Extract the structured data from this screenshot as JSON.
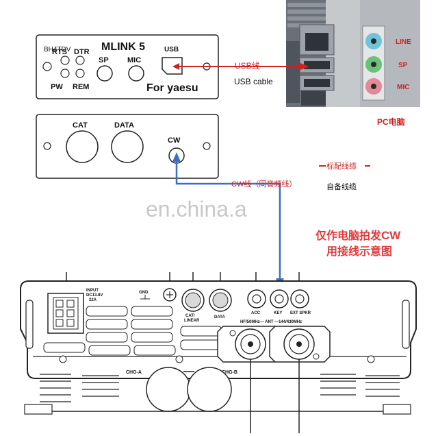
{
  "watermark": "en.china.a",
  "mlink_panel": {
    "title": "MLINK 5",
    "subtitle": "For yaesu",
    "callsign": "BH4TDV",
    "led_labels": [
      "RTS",
      "DTR",
      "PW",
      "REM"
    ],
    "port_labels": {
      "sp": "SP",
      "mic": "MIC",
      "usb": "USB"
    }
  },
  "cat_panel": {
    "cat_label": "CAT",
    "data_label": "DATA",
    "cw_label": "CW"
  },
  "usb_cable": {
    "label_cn": "USB线",
    "label_en": "USB cable"
  },
  "pc": {
    "label": "PC电脑",
    "jack_labels": [
      "LINE",
      "SP",
      "MIC"
    ]
  },
  "legend": {
    "standard_line": "标配线缆",
    "optional_line": "自备线缆"
  },
  "cw_cable_label": "CW线（同音频线）",
  "caption": {
    "line1_prefix": "仅作电脑拍发",
    "line1_em": "CW",
    "line2": "用接线示意图"
  },
  "radio": {
    "input_label": [
      "INPUT",
      "DC13.8V",
      "22A"
    ],
    "gnd_label": "GND",
    "cat_linear_label": [
      "CAT/",
      "LINEAR"
    ],
    "data_label": "DATA",
    "acc_label": "ACC",
    "key_label": "KEY",
    "ext_spkr_label": "EXT SPKR",
    "ant_label": "HF/50MHz— ANT —144/430MHz",
    "chg_a": "CHG-A",
    "chg_b": "CHG-B"
  },
  "colors": {
    "usb_cable": "#cc2222",
    "cw_cable": "#3a6fc4",
    "caption_red": "#e03a3a",
    "pc_jack_blue": "#6fc4d6",
    "pc_jack_green": "#6cc07a",
    "pc_jack_pink": "#e08a9a"
  }
}
